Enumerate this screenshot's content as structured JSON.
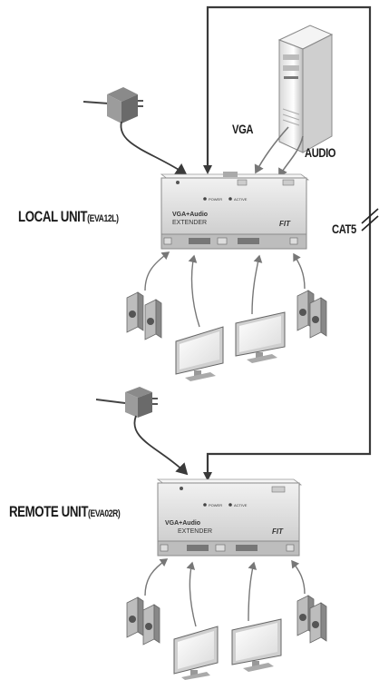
{
  "labels": {
    "vga": "VGA",
    "audio": "AUDIO",
    "cat5": "CAT5",
    "local_unit": "LOCAL UNIT",
    "local_model": "(EVA12L)",
    "remote_unit": "REMOTE UNIT",
    "remote_model": "(EVA02R)"
  },
  "local_box": {
    "brand": "VGA+Audio",
    "product": "EXTENDER",
    "power": "POWER",
    "status": "ACTIVE",
    "logo": "FIT"
  },
  "remote_box": {
    "brand": "VGA+Audio",
    "product": "EXTENDER",
    "power": "POWER",
    "status": "ACTIVE",
    "logo": "FIT"
  },
  "colors": {
    "box_fill": "#e4e4e4",
    "box_stroke": "#8a8a8a",
    "cable": "#3a3a3a",
    "thin_cable": "#6e6e6e"
  }
}
